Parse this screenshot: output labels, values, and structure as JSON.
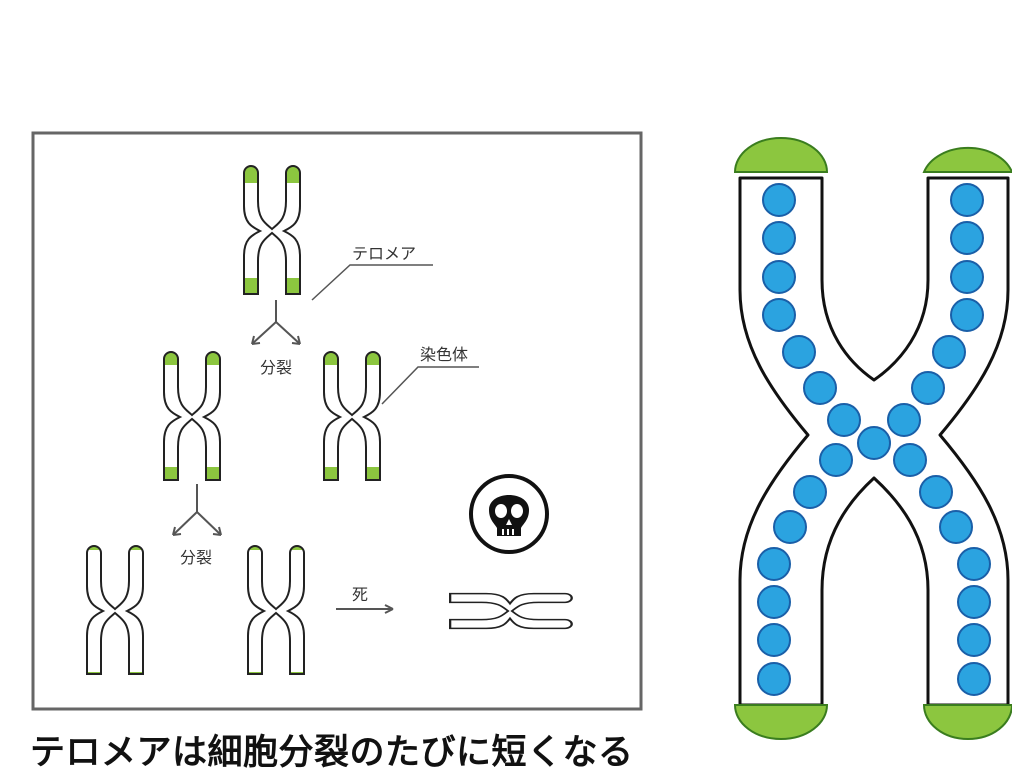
{
  "labels": {
    "telomere": "テロメア",
    "chromosome": "染色体",
    "division_1": "分裂",
    "division_2": "分裂",
    "death": "死"
  },
  "caption": "テロメアは細胞分裂のたびに短くなる",
  "colors": {
    "telomere_green": "#8cc63f",
    "bead_blue": "#2ba3e0",
    "bead_stroke": "#1a5fa8",
    "outline": "#222222",
    "frame": "#666666",
    "arrow": "#555555"
  },
  "icons": [
    "skull-icon"
  ],
  "telomere_levels": [
    "long",
    "medium",
    "short",
    "very-short"
  ]
}
